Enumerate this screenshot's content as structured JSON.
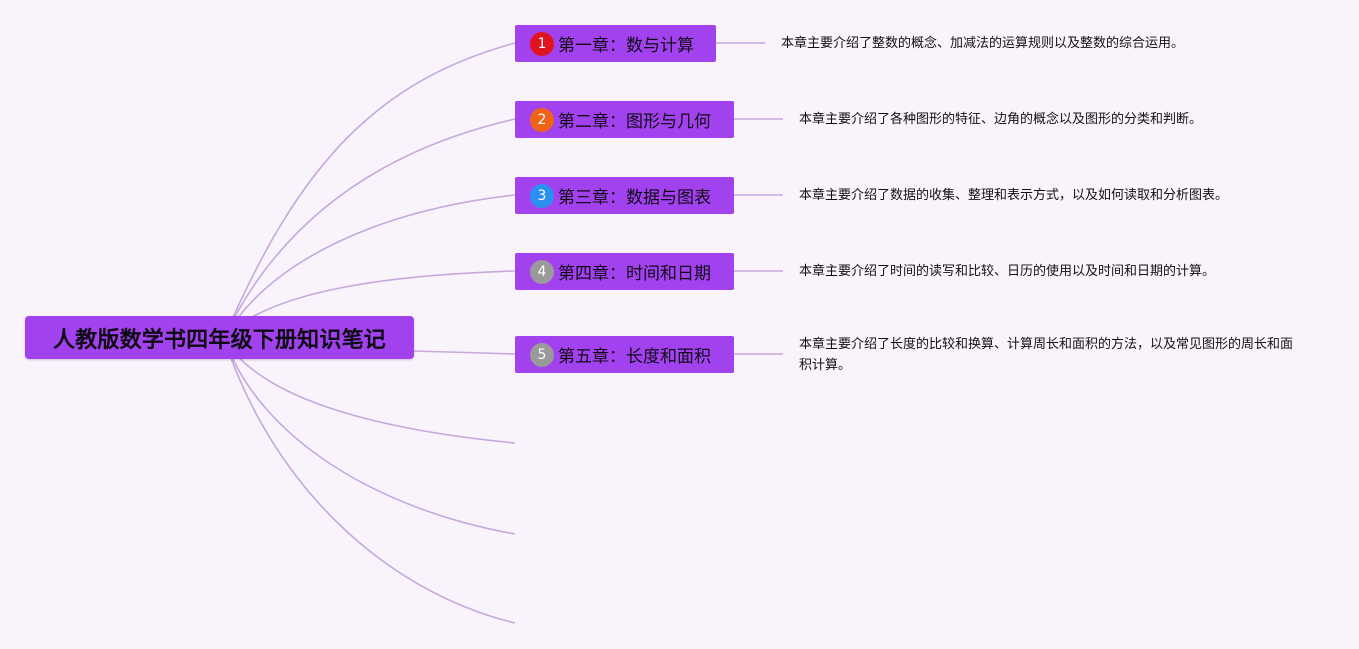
{
  "root": {
    "title": "人教版数学书四年级下册知识笔记"
  },
  "chapters": [
    {
      "marker": "1",
      "marker_color": "#e0141e",
      "title": "第一章：数与计算",
      "description": "本章主要介绍了整数的概念、加减法的运算规则以及整数的综合运用。"
    },
    {
      "marker": "2",
      "marker_color": "#ed6419",
      "title": "第二章：图形与几何",
      "description": "本章主要介绍了各种图形的特征、边角的概念以及图形的分类和判断。"
    },
    {
      "marker": "3",
      "marker_color": "#2b8ff0",
      "title": "第三章：数据与图表",
      "description": "本章主要介绍了数据的收集、整理和表示方式，以及如何读取和分析图表。"
    },
    {
      "marker": "4",
      "marker_color": "#9a9a9a",
      "title": "第四章：时间和日期",
      "description": "本章主要介绍了时间的读写和比较、日历的使用以及时间和日期的计算。"
    },
    {
      "marker": "5",
      "marker_color": "#9a9a9a",
      "title": "第五章：长度和面积",
      "description": "本章主要介绍了长度的比较和换算、计算周长和面积的方法，以及常见图形的周长和面积计算。"
    }
  ],
  "colors": {
    "background": "#f9f4fb",
    "node_fill": "#a142ee",
    "link": "#c6a8dd"
  }
}
